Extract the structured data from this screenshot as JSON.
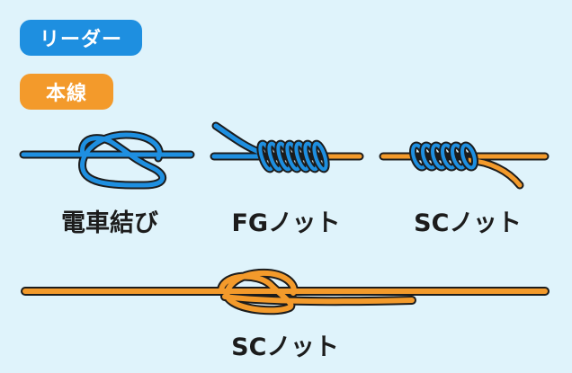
{
  "legend": {
    "leader_label": "リーダー",
    "main_line_label": "本線"
  },
  "knots": {
    "denshamusubi": "電車結び",
    "fg": "FGノット",
    "sc": "SCノット",
    "sc_large": "SCノット"
  },
  "colors": {
    "leader": "#1e8fe0",
    "main_line": "#f39a2b",
    "outline": "#1c1c1c",
    "background": "#dff3fb"
  }
}
